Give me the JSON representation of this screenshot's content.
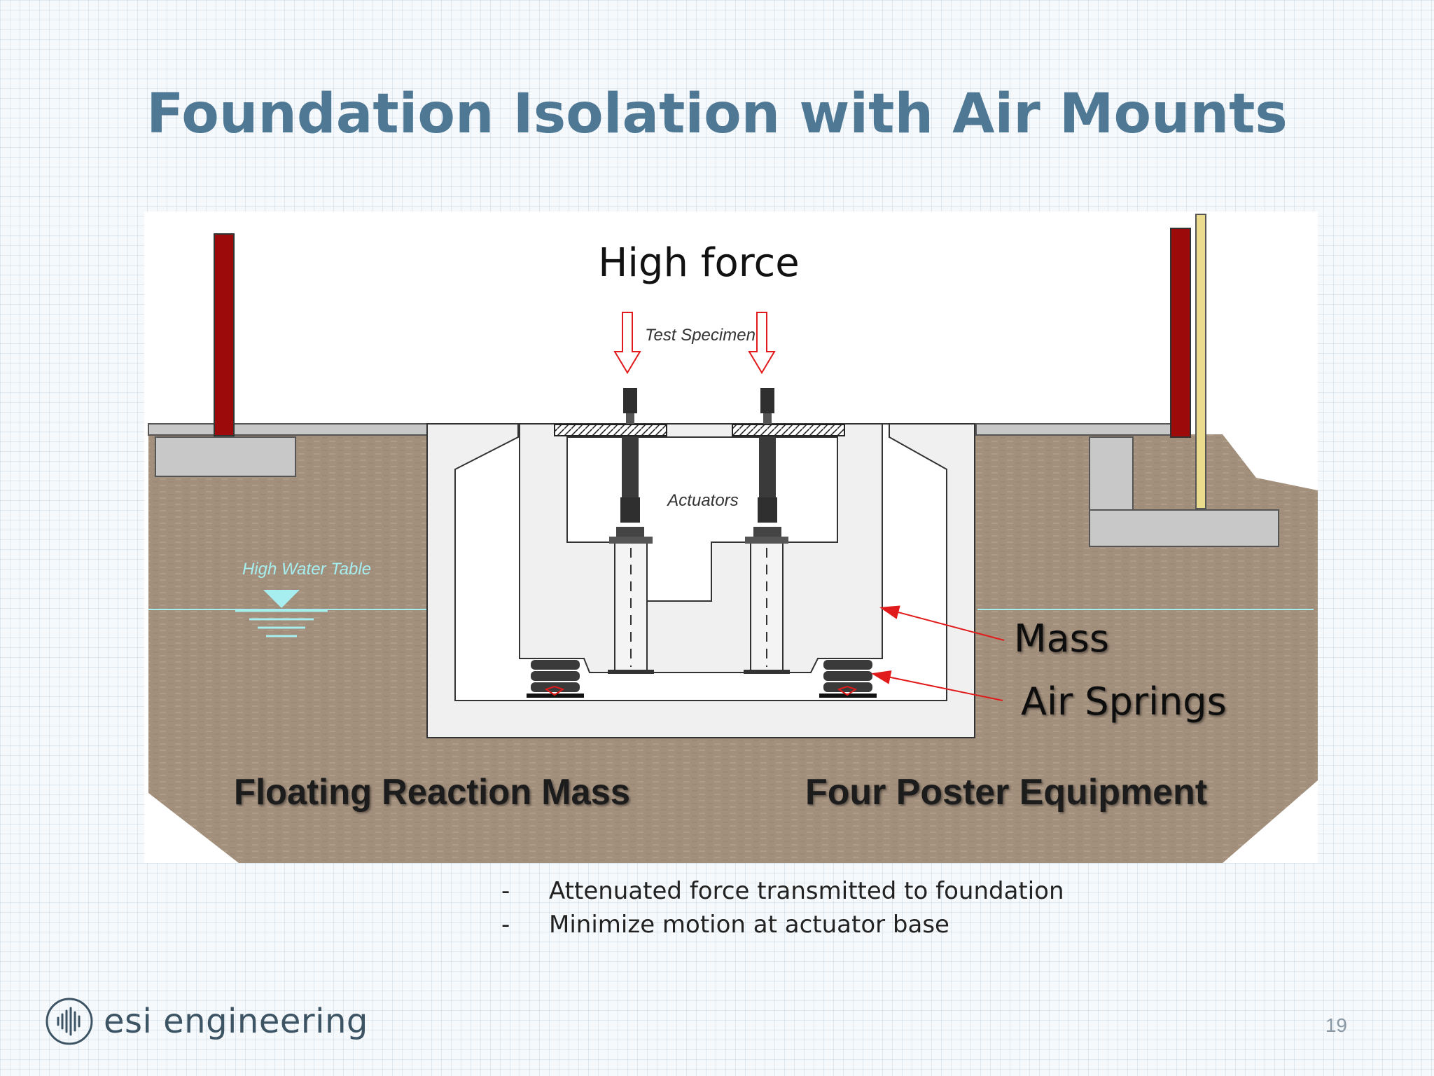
{
  "slide": {
    "title": "Foundation Isolation with Air Mounts",
    "page_number": "19"
  },
  "diagram": {
    "high_force_label": "High force",
    "test_specimen_label": "Test Specimen",
    "actuators_label": "Actuators",
    "water_table_label": "High Water Table",
    "mass_label": "Mass",
    "air_springs_label": "Air Springs",
    "left_caption": "Floating Reaction Mass",
    "right_caption": "Four Poster Equipment",
    "colors": {
      "soil": "#a28f7c",
      "concrete": "#f0f0f0",
      "slab": "#c8c8c8",
      "column": "#9c0a0a",
      "water": "#a6eef0",
      "callout": "#e11b1b"
    }
  },
  "bullets": [
    {
      "dash": "-",
      "text": "Attenuated force transmitted to foundation"
    },
    {
      "dash": "-",
      "text": "Minimize motion at actuator base"
    }
  ],
  "brand": {
    "name": "esi engineering",
    "icon": "sound-wave-logo-icon"
  }
}
